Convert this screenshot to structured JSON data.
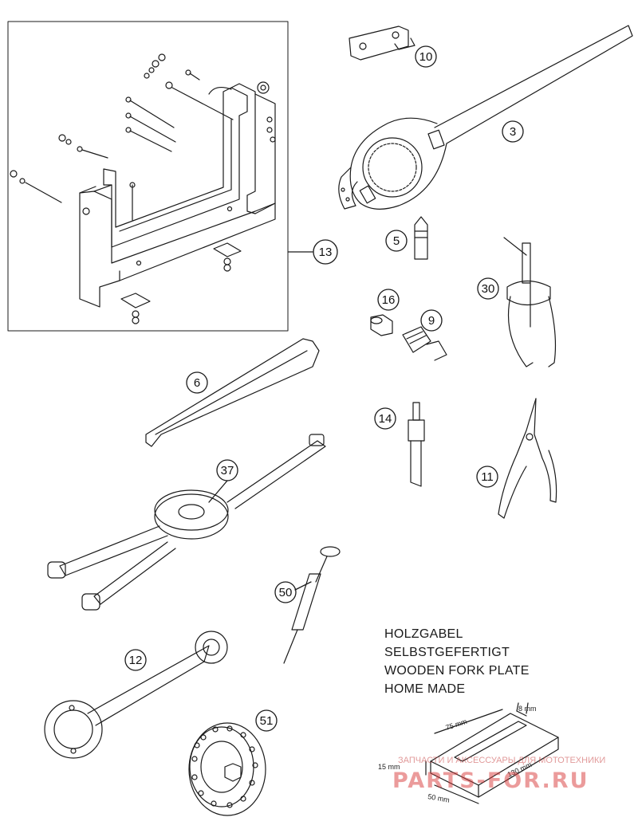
{
  "parts": {
    "p10": "10",
    "p3": "3",
    "p5": "5",
    "p30": "30",
    "p13": "13",
    "p16": "16",
    "p9": "9",
    "p6": "6",
    "p14": "14",
    "p11": "11",
    "p37": "37",
    "p50": "50",
    "p12": "12",
    "p51": "51"
  },
  "note": {
    "line1": "HOLZGABEL",
    "line2": "SELBSTGEFERTIGT",
    "line3": "WOODEN FORK PLATE",
    "line4": "HOME MADE"
  },
  "dimensions": {
    "d8": "8 mm",
    "d75": "75 mm",
    "d15": "15 mm",
    "d130": "130 mm",
    "d50": "50 mm"
  },
  "watermark": {
    "caption": "ЗАПЧАСТИ И АКСЕССУАРЫ ДЛЯ МОТОТЕХНИКИ",
    "logo": "PARTS-FOR.RU"
  },
  "colors": {
    "line": "#1a1a1a",
    "watermark": "#d43c3c"
  }
}
